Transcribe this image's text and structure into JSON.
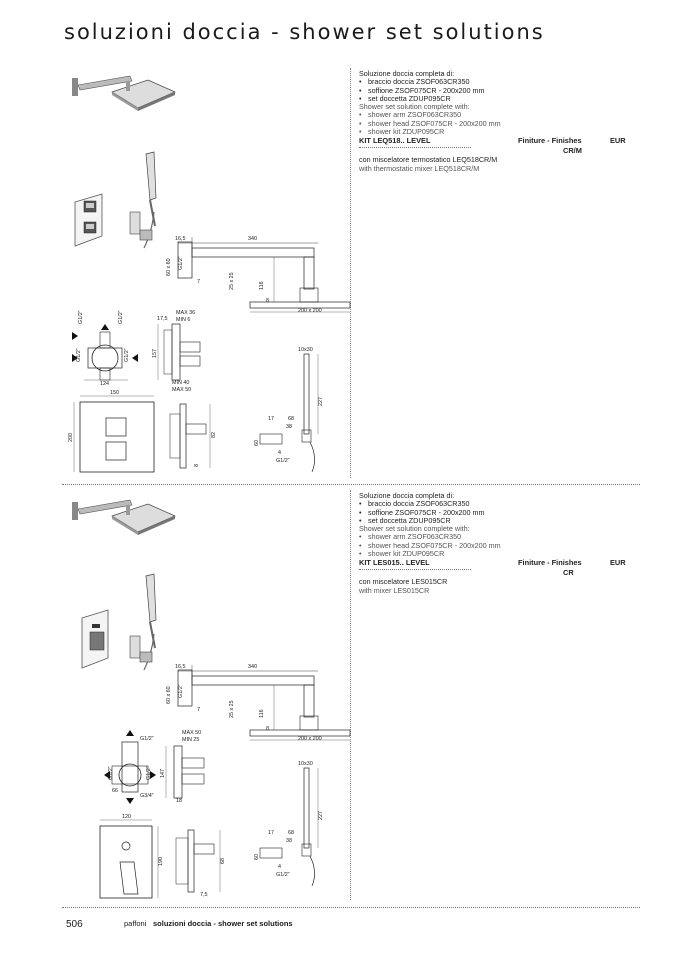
{
  "page_title": "soluzioni doccia - shower set solutions",
  "sections": [
    {
      "intro_it": "Soluzione doccia completa di:",
      "items_it": [
        "braccio doccia ZSOF063CR350",
        "soffione ZSOF075CR - 200x200 mm",
        "set doccetta ZDUP095CR"
      ],
      "intro_en": "Shower set solution complete with:",
      "items_en": [
        "shower arm ZSOF063CR350",
        "shower head ZSOF075CR - 200x200 mm",
        "shower kit ZDUP095CR"
      ],
      "kit": "KIT LEQ518..  LEVEL",
      "finishes_label": "Finiture - Finishes",
      "eur_label": "EUR",
      "finish_code": "CR/M",
      "desc_it": "con miscelatore termostatico LEQ518CR/M",
      "desc_en": "with thermostatic mixer LEQ518CR/M",
      "dims": {
        "arm_offset": "16,5",
        "arm_length": "340",
        "arm_sq": "60 x 60",
        "arm_conn": "G1/2\"",
        "arm_7": "7",
        "arm_tube": "25 x 25",
        "arm_drop": "116",
        "head_8": "8",
        "head_size": "200 x 200",
        "max": "MAX 36",
        "min": "MIN 6",
        "d17_5": "17,5",
        "d157": "157",
        "d124": "124",
        "min_b": "MIN 40",
        "max_b": "MAX 50",
        "g12": "G1/2\"",
        "g12b": "G1/2\"",
        "g12c": "G1/2\"",
        "g12d": "G1/2\"",
        "plate_w": "150",
        "plate_h": "200",
        "side_82": "82",
        "side_8": "8",
        "rail_top": "10x30",
        "rail_227": "227",
        "r17": "17",
        "r68": "68",
        "r38": "38",
        "r60": "60",
        "r4": "4",
        "rg": "G1/2\""
      }
    },
    {
      "intro_it": "Soluzione doccia completa di:",
      "items_it": [
        "braccio doccia ZSOF063CR350",
        "soffione ZSOF075CR - 200x200 mm",
        "set doccetta ZDUP095CR"
      ],
      "intro_en": "Shower set solution complete with:",
      "items_en": [
        "shower arm ZSOF063CR350",
        "shower head ZSOF075CR - 200x200 mm",
        "shower kit ZDUP095CR"
      ],
      "kit": "KIT LES015..  LEVEL",
      "finishes_label": "Finiture - Finishes",
      "eur_label": "EUR",
      "finish_code": "CR",
      "desc_it": "con miscelatore LES015CR",
      "desc_en": "with mixer LES015CR",
      "dims": {
        "arm_offset": "16,5",
        "arm_length": "340",
        "arm_sq": "60 x 60",
        "arm_conn": "G1/2\"",
        "arm_7": "7",
        "arm_tube": "25 x 25",
        "arm_drop": "116",
        "head_8": "8",
        "head_size": "200 x 200",
        "max": "MAX 50",
        "min": "MIN 25",
        "d147": "147",
        "d18": "18",
        "d66": "66",
        "g34": "G3/4\"",
        "g12": "G1/2\"",
        "g12b": "G1/2\"",
        "g12c": "G1/2\"",
        "plate_w": "120",
        "plate_h": "190",
        "side_68": "68",
        "side_7_5": "7,5",
        "rail_top": "10x30",
        "rail_227": "227",
        "r17": "17",
        "r68": "68",
        "r38": "38",
        "r60": "60",
        "r4": "4",
        "rg": "G1/2\""
      }
    }
  ],
  "footer": {
    "page_number": "506",
    "brand": "paffoni",
    "title": "soluzioni doccia - shower set solutions"
  }
}
